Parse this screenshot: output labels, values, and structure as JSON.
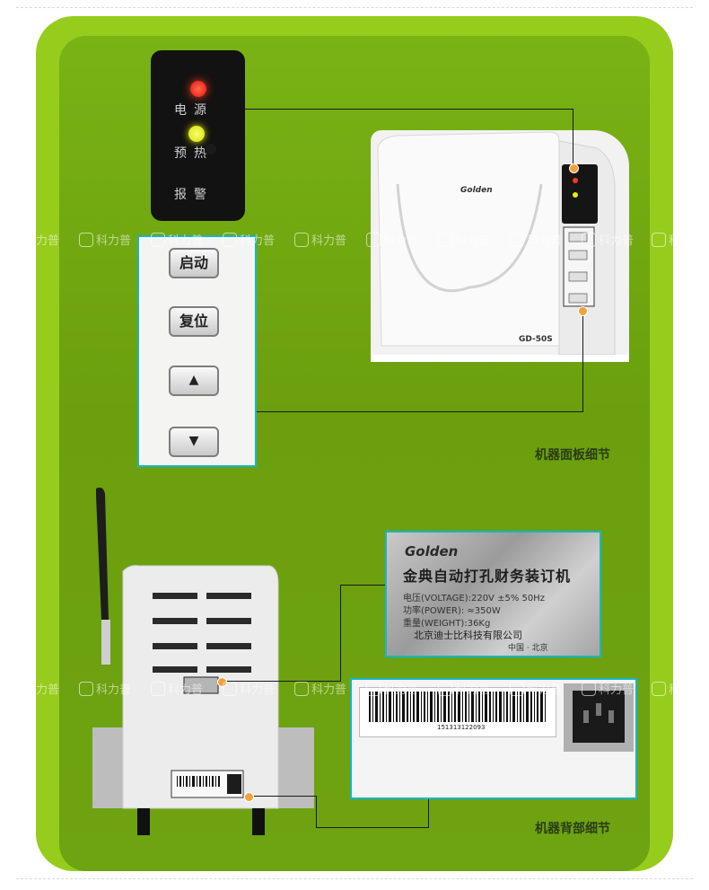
{
  "watermark": {
    "text": "科力普"
  },
  "indicator_panel": {
    "power": "电源",
    "preheat": "预热",
    "alarm": "报警"
  },
  "control_panel": {
    "start": "启动",
    "reset": "复位",
    "up": "▲",
    "down": "▼"
  },
  "machine": {
    "brand": "Golden",
    "model": "GD-50S"
  },
  "captions": {
    "front_detail": "机器面板细节",
    "back_detail": "机器背部细节"
  },
  "nameplate": {
    "brand": "Golden",
    "title": "金典自动打孔财务装订机",
    "voltage": "电压(VOLTAGE):220V ±5% 50Hz",
    "power": "功率(POWER): ≈350W",
    "weight": "重量(WEIGHT):36Kg",
    "company": "北京迪士比科技有限公司",
    "origin": "中国 · 北京"
  },
  "barcode": {
    "number": "151313122093"
  },
  "colors": {
    "frame": "#96cc1c",
    "inner": "#6ca20e",
    "accent": "#16b6c9",
    "led_red": "#ff2a1a",
    "led_yellow": "#e8f000"
  }
}
